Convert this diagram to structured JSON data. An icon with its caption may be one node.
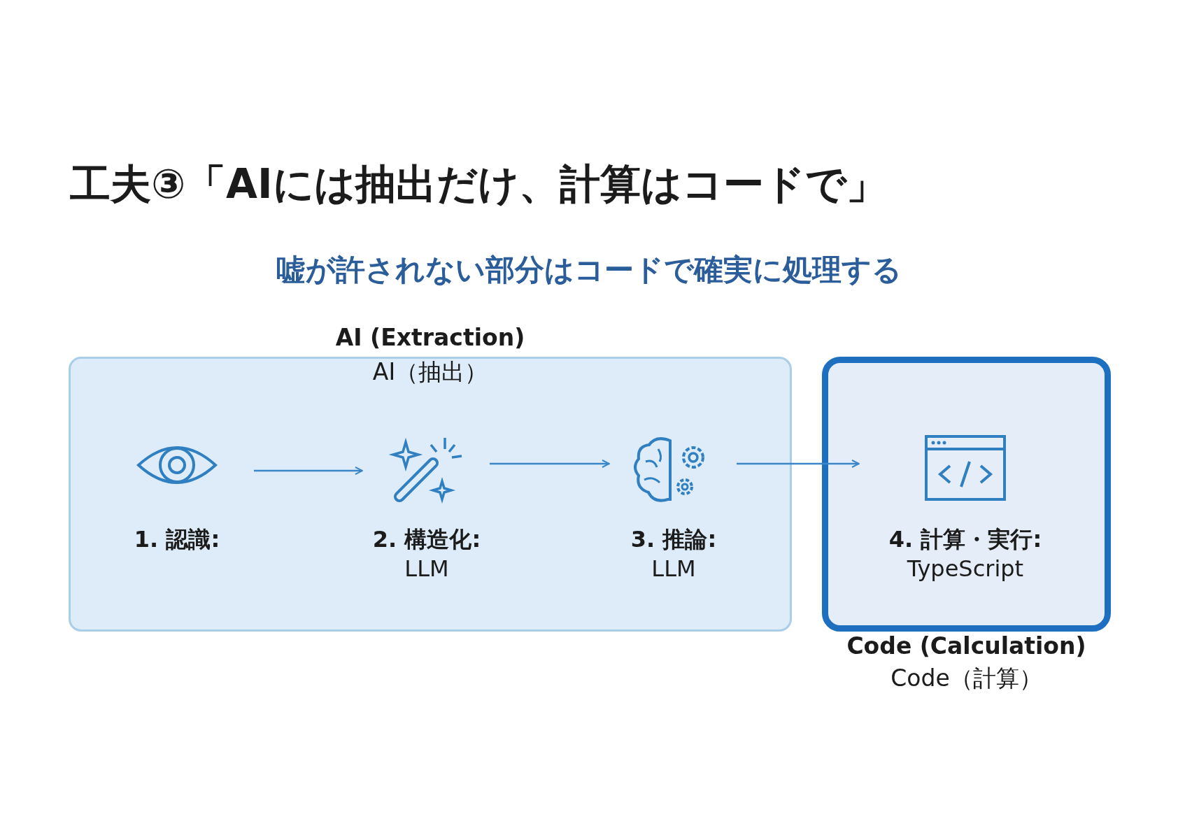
{
  "diagram": {
    "title": "工夫③「AIには抽出だけ、計算はコードで」",
    "caption": "嘘が許されない部分はコードで確実に処理する",
    "nodes": [
      {
        "text": [
          "AI (Extraction)",
          "AI（抽出）"
        ]
      },
      {
        "text": [
          "1. 認識:"
        ],
        "in": 0
      },
      {
        "text": [
          "2. 構造化:",
          "LLM"
        ],
        "in": 0
      },
      {
        "text": [
          "3. 推論:",
          "LLM"
        ],
        "in": 0
      },
      {
        "text": [
          "Code (Calculation)",
          "Code（計算）"
        ]
      },
      {
        "text": [
          "4. 計算・実行:",
          "TypeScript"
        ],
        "in": 4
      }
    ],
    "edges": [
      {
        "from": 1,
        "to": 2,
        "arrow": "to"
      },
      {
        "from": 2,
        "to": 3,
        "arrow": "to"
      },
      {
        "from": 3,
        "to": 5,
        "arrow": "to"
      }
    ]
  }
}
